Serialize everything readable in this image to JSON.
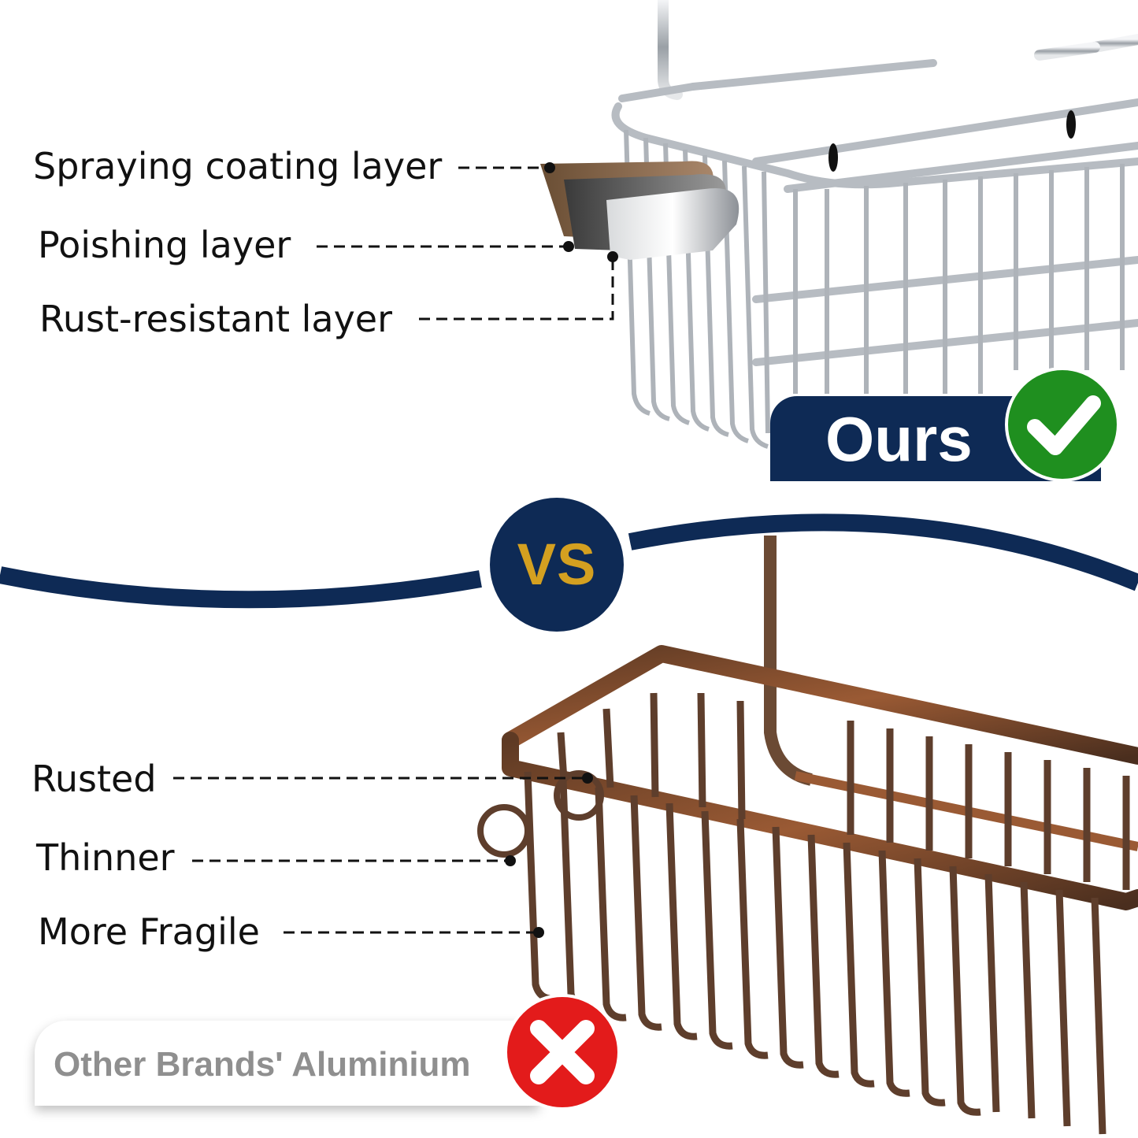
{
  "top": {
    "labels": {
      "spraying": "Spraying coating layer",
      "polishing": "Poishing layer",
      "rust_resistant": "Rust-resistant layer"
    },
    "badge": {
      "text": "Ours",
      "icon": "check-icon"
    }
  },
  "divider": {
    "text": "VS"
  },
  "bottom": {
    "labels": {
      "rusted": "Rusted",
      "thinner": "Thinner",
      "fragile": "More Fragile"
    },
    "badge": {
      "text": "Other Brands' Aluminium",
      "icon": "cross-icon"
    }
  },
  "colors": {
    "navy": "#0e2a55",
    "gold": "#d4a020",
    "green": "#1f8f1f",
    "red": "#e31b1b",
    "chrome": "#c9ccd0",
    "rust": "#7a4a2e",
    "coating": "#8a6a4a"
  }
}
